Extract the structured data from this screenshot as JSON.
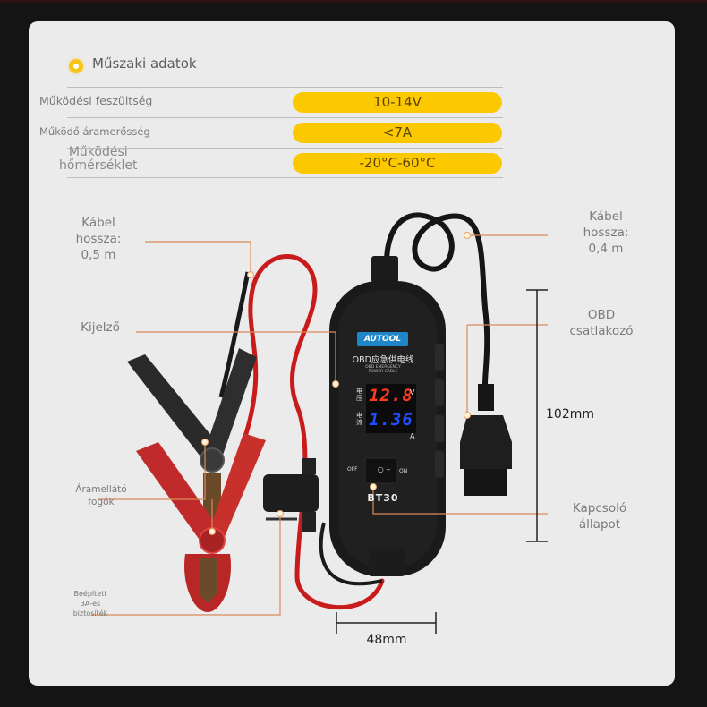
{
  "header": {
    "title": "Műszaki adatok",
    "accent_color": "#f5c518"
  },
  "specs": [
    {
      "label": "Működési feszültség",
      "value": "10-14V"
    },
    {
      "label": "Működő áramerősség",
      "value": "<7A"
    },
    {
      "label_line1": "Működési",
      "label_line2": "hőmérséklet",
      "value": "-20°C-60°C"
    }
  ],
  "callouts": {
    "cable_left": {
      "line1": "Kábel",
      "line2": "hossza:",
      "line3": "0,5 m"
    },
    "cable_right": {
      "line1": "Kábel",
      "line2": "hossza:",
      "line3": "0,4 m"
    },
    "display": "Kijelző",
    "obd": {
      "line1": "OBD",
      "line2": "csatlakozó"
    },
    "clamps": {
      "line1": "Áramellátó",
      "line2": "fogók"
    },
    "fuse": {
      "line1": "Beépített",
      "line2": "3A-es",
      "line3": "biztosíték"
    },
    "switch": {
      "line1": "Kapcsoló",
      "line2": "állapot"
    },
    "height": "102mm",
    "width": "48mm"
  },
  "device": {
    "brand": "AUTOOL",
    "title": "OBD应急供电线",
    "subtitle_line1": "OBD EMERGENCY",
    "subtitle_line2": "POWER CABLE",
    "voltage_label_cn1": "电",
    "voltage_label_cn2": "压",
    "current_label_cn1": "电",
    "current_label_cn2": "流",
    "voltage_reading": "12.8",
    "current_reading": "1.36",
    "voltage_unit": "V",
    "current_unit": "A",
    "switch_off": "OFF",
    "switch_on": "ON",
    "model": "BT30",
    "voltage_color": "#ff3b1f",
    "current_color": "#1f4dff"
  },
  "colors": {
    "leader_line": "#d98a5a",
    "pill_fill": "#fcc800",
    "card_bg": "#ebebeb"
  }
}
